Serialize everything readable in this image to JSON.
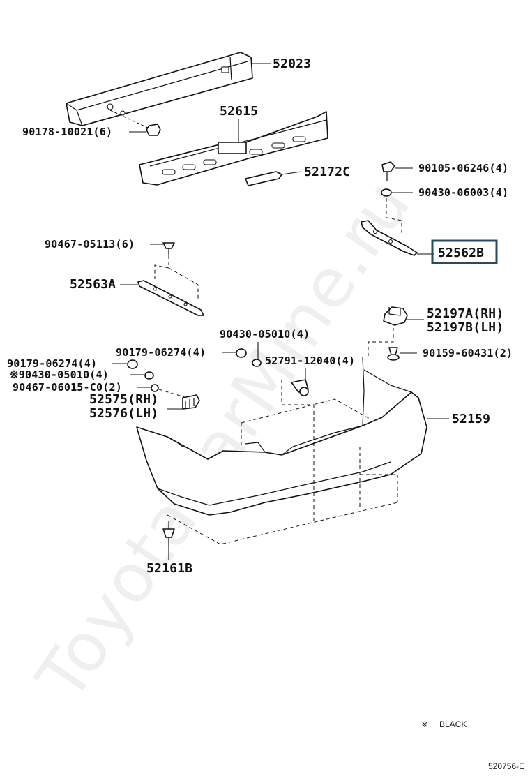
{
  "watermark": "ToyotaCarMine.ru",
  "highlight_color": "#2c4a5e",
  "parts": {
    "p52023": "52023",
    "p52615": "52615",
    "p90178": "90178-10021(6)",
    "p52172C": "52172C",
    "p90105": "90105-06246(4)",
    "p90430_06003": "90430-06003(4)",
    "p52562B": "52562B",
    "p90467_05113": "90467-05113(6)",
    "p52563A": "52563A",
    "p52197A": "52197A(RH)",
    "p52197B": "52197B(LH)",
    "p90430_05010_top": "90430-05010(4)",
    "p90179_a": "90179-06274(4)",
    "p90159": "90159-60431(2)",
    "p90179_b": "90179-06274(4)",
    "p52791": "52791-12040(4)",
    "p90430_05010_mark": "※90430-05010(4)",
    "p90467_06015": "90467-06015-C0(2)",
    "p52575": "52575(RH)",
    "p52576": "52576(LH)",
    "p52159": "52159",
    "p52161B": "52161B"
  },
  "legend": {
    "mark": "※",
    "text": "BLACK"
  },
  "figure_id": "520756-E"
}
